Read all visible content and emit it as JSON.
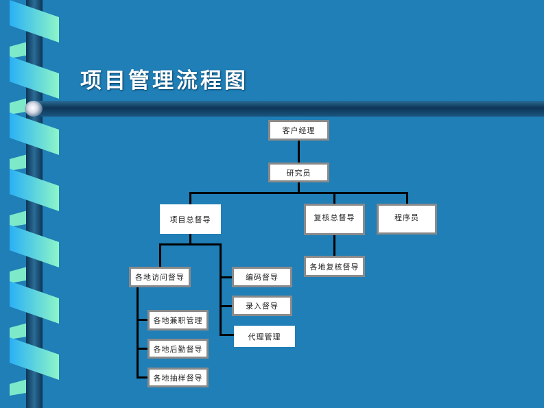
{
  "title": "项目管理流程图",
  "nodes": {
    "customer_manager": "客户经理",
    "researcher": "研究员",
    "project_supervisor": "项目总督导",
    "review_supervisor": "复核总督导",
    "programmer": "程序员",
    "local_review": "各地复核督导",
    "local_visit": "各地访问督导",
    "coding": "编码督导",
    "entry": "录入督导",
    "agent": "代理管理",
    "part_time": "各地兼职管理",
    "logistics": "各地后勤督导",
    "sampling": "各地抽样督导"
  }
}
